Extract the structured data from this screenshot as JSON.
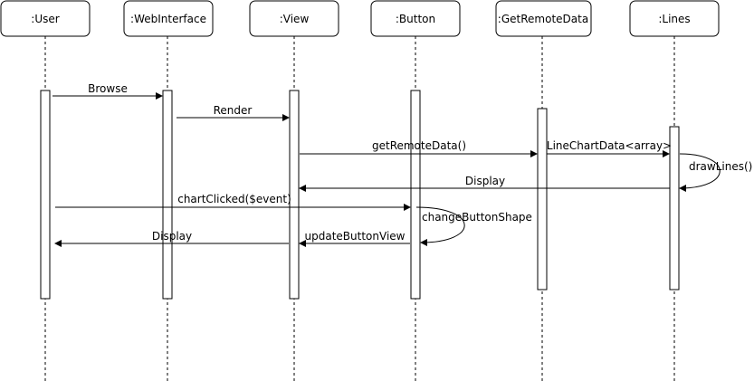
{
  "participants": [
    {
      "id": "user",
      "label": ":User"
    },
    {
      "id": "webinterface",
      "label": ":WebInterface"
    },
    {
      "id": "view",
      "label": ":View"
    },
    {
      "id": "button",
      "label": ":Button"
    },
    {
      "id": "getremotedata",
      "label": ":GetRemoteData"
    },
    {
      "id": "lines",
      "label": ":Lines"
    }
  ],
  "messages": [
    {
      "id": "browse",
      "label": "Browse",
      "from": "user",
      "to": "webinterface",
      "kind": "call"
    },
    {
      "id": "render",
      "label": "Render",
      "from": "webinterface",
      "to": "view",
      "kind": "call"
    },
    {
      "id": "get-remote-data",
      "label": "getRemoteData()",
      "from": "view",
      "to": "getremotedata",
      "kind": "call"
    },
    {
      "id": "line-chart-data",
      "label": "LineChartData<array>",
      "from": "getremotedata",
      "to": "lines",
      "kind": "call"
    },
    {
      "id": "draw-lines",
      "label": "drawLines()",
      "from": "lines",
      "to": "lines",
      "kind": "self"
    },
    {
      "id": "display-lines",
      "label": "Display",
      "from": "lines",
      "to": "view",
      "kind": "call"
    },
    {
      "id": "chart-clicked",
      "label": "chartClicked($event)",
      "from": "user",
      "to": "button",
      "kind": "call"
    },
    {
      "id": "change-button-shape",
      "label": "changeButtonShape",
      "from": "button",
      "to": "button",
      "kind": "self"
    },
    {
      "id": "update-button-view",
      "label": "updateButtonView",
      "from": "button",
      "to": "view",
      "kind": "call"
    },
    {
      "id": "display-user",
      "label": "Display",
      "from": "view",
      "to": "user",
      "kind": "call"
    }
  ],
  "colors": {
    "stroke": "#000000",
    "background": "#ffffff"
  }
}
